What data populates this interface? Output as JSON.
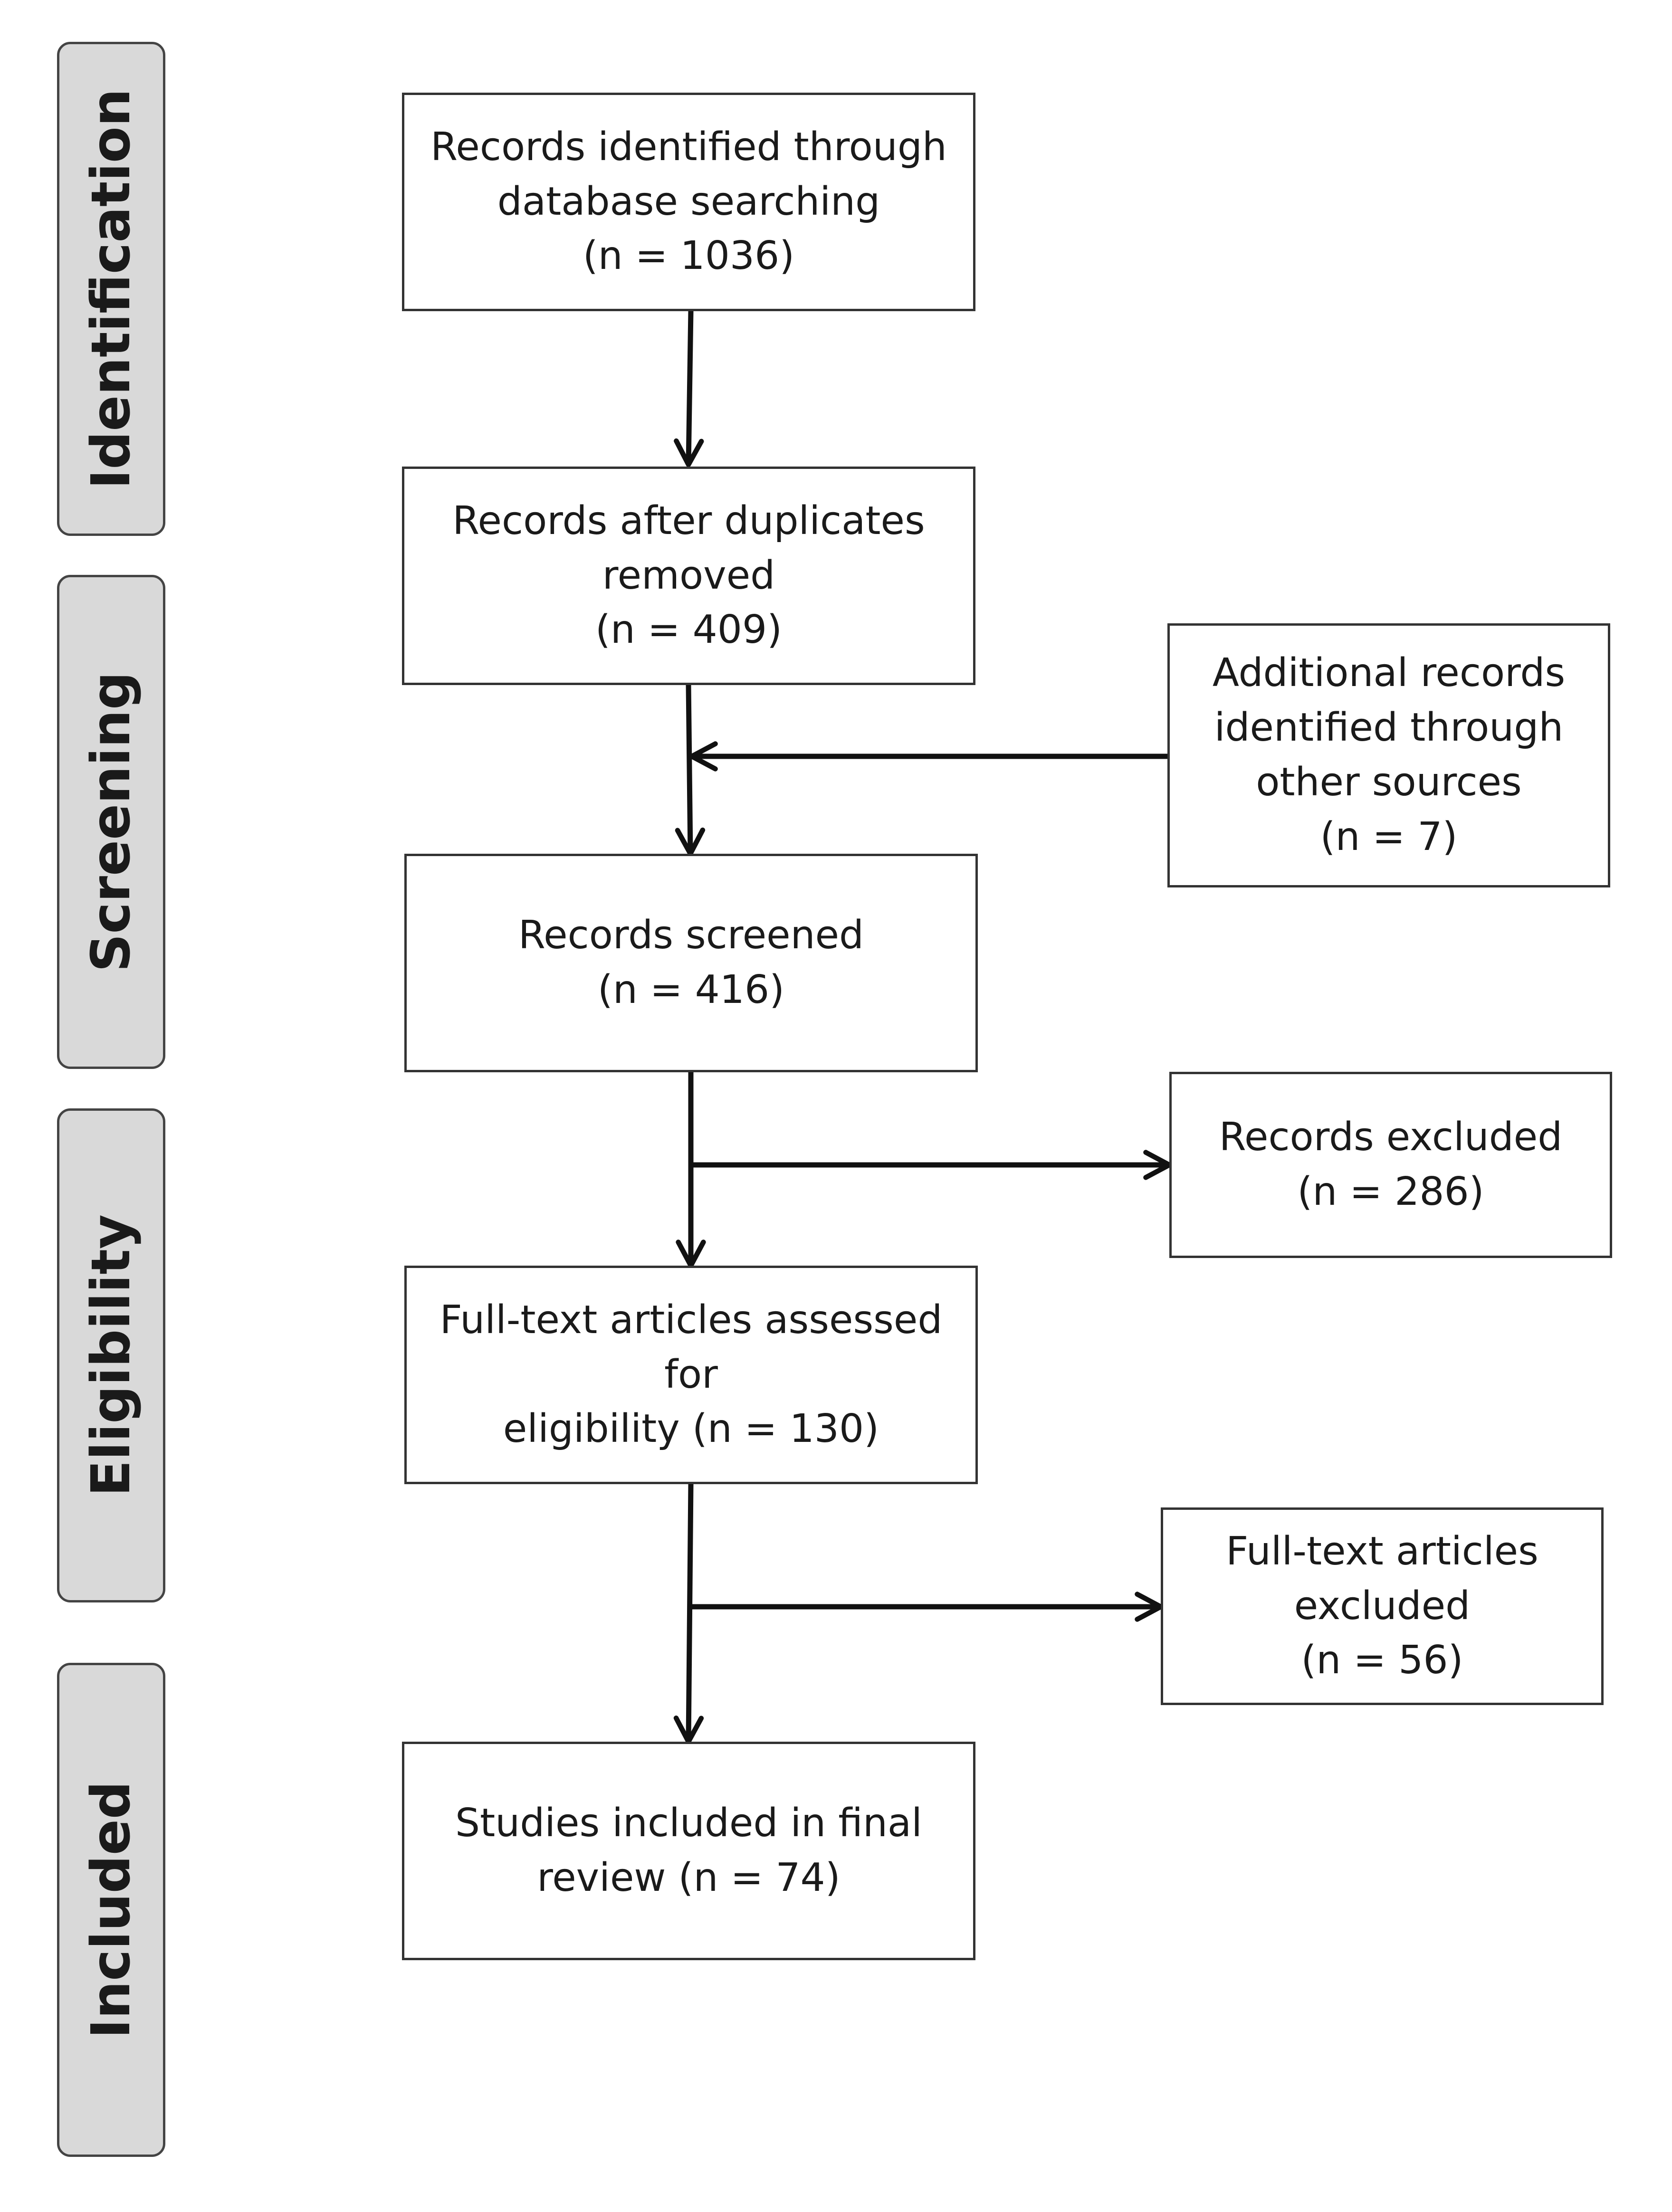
{
  "phases": {
    "identification": "Identification",
    "screening": "Screening",
    "eligibility": "Eligibility",
    "included": "Included"
  },
  "boxes": {
    "identified_line1": "Records identified through",
    "identified_line2": "database searching",
    "identified_line3": "(n = 1036)",
    "duplicates_line1": "Records after duplicates",
    "duplicates_line2": "removed",
    "duplicates_line3": "(n = 409)",
    "additional_line1": "Additional records",
    "additional_line2": "identified through",
    "additional_line3": "other sources",
    "additional_line4": "(n = 7)",
    "screened_line1": "Records screened",
    "screened_line2": "(n = 416)",
    "excluded_line1": "Records excluded",
    "excluded_line2": "(n = 286)",
    "fulltext_line1": "Full-text articles assessed for",
    "fulltext_line2": "eligibility (n = 130)",
    "fulltext_excluded_line1": "Full-text articles",
    "fulltext_excluded_line2": "excluded",
    "fulltext_excluded_line3": "(n = 56)",
    "included_line1": "Studies included in final",
    "included_line2": "review (n = 74)"
  }
}
